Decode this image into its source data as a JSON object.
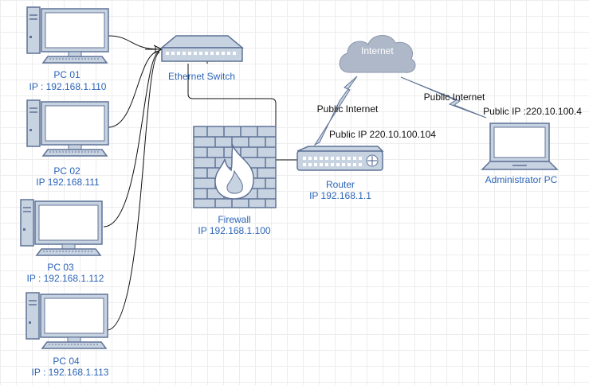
{
  "nodes": {
    "pc01": {
      "name": "PC 01",
      "ip": "IP : 192.168.1.110"
    },
    "pc02": {
      "name": "PC 02",
      "ip": "IP 192.168.111"
    },
    "pc03": {
      "name": "PC 03",
      "ip": "IP : 192.168.1.112"
    },
    "pc04": {
      "name": "PC 04",
      "ip": "IP : 192.168.1.113"
    },
    "switch": {
      "name": "Ethernet Switch"
    },
    "firewall": {
      "name": "Firewall",
      "ip": "IP 192.168.1.100"
    },
    "router": {
      "name": "Router",
      "ip": "IP 192.168.1.1"
    },
    "cloud": {
      "name": "Internet"
    },
    "admin": {
      "name": "Administrator PC"
    }
  },
  "links": {
    "router_internet": "Public Internet",
    "router_public_ip": "Public IP 220.10.100.104",
    "internet_admin": "Public Internet",
    "admin_public_ip": "Public IP :220.10.100.4"
  },
  "colors": {
    "device_fill": "#c8d3e2",
    "device_stroke": "#5f7396",
    "screen_fill": "#ffffff",
    "label_blue": "#2b64b8",
    "cloud_fill": "#aeb8c8"
  }
}
